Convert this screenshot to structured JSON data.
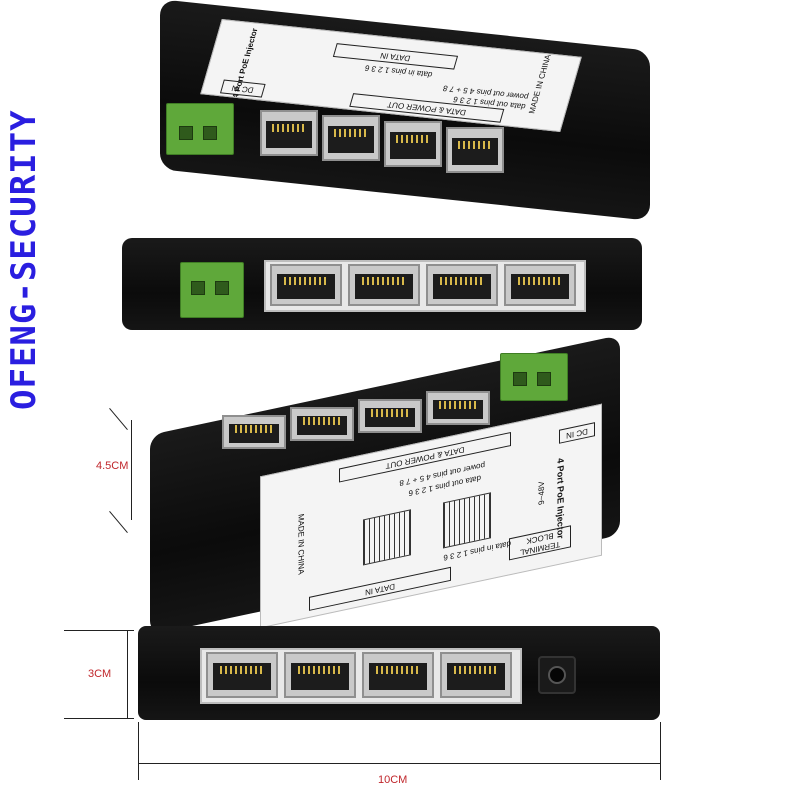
{
  "watermark": {
    "text": "OFENG-SECURITY"
  },
  "device_label": {
    "title": "4 Port PoE Injector",
    "dc_in": "DC IN",
    "voltage": "9~48V",
    "terminal_block": "TERMINAL BLOCK",
    "data_in": "DATA IN",
    "data_in_pins": "data in pins 1 2 3 6",
    "data_power_out": "DATA & POWER OUT",
    "data_out_pins": "data out pins 1 2 3 6",
    "power_out_pins": "power out pins 4 5 + 7 8",
    "made_in": "MADE IN CHINA"
  },
  "dimensions": {
    "height": "4.5CM",
    "depth": "3CM",
    "length": "10CM"
  }
}
